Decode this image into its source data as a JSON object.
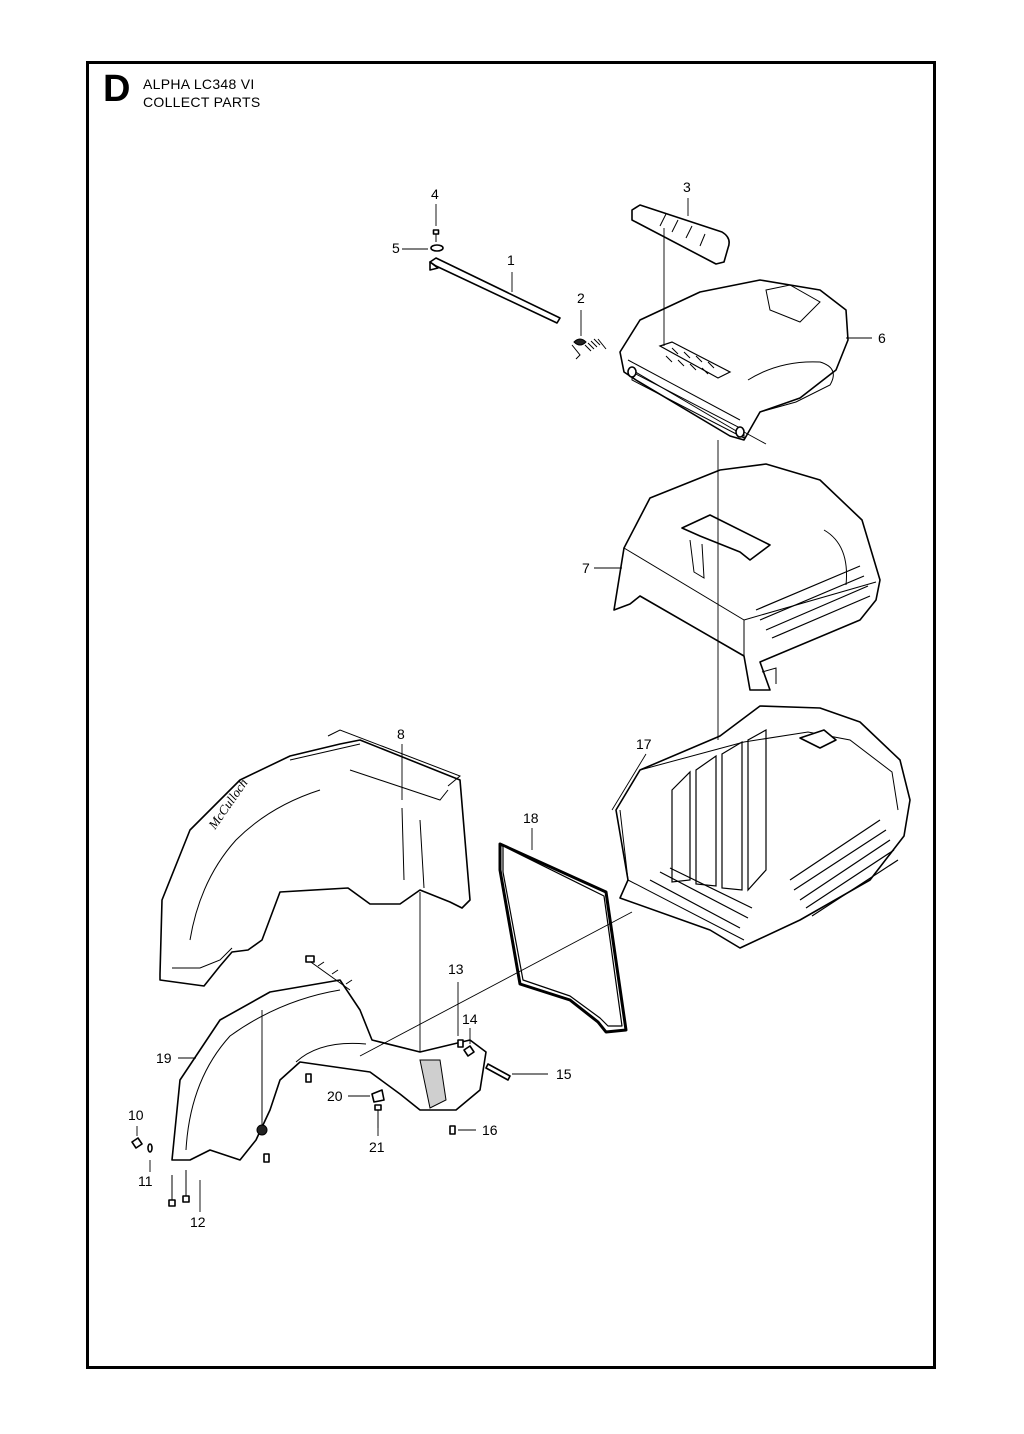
{
  "header": {
    "section_letter": "D",
    "model": "ALPHA LC348 VI",
    "title": "COLLECT PARTS"
  },
  "callouts": [
    {
      "id": "1",
      "label": "1"
    },
    {
      "id": "2",
      "label": "2"
    },
    {
      "id": "3",
      "label": "3"
    },
    {
      "id": "4",
      "label": "4"
    },
    {
      "id": "5",
      "label": "5"
    },
    {
      "id": "6",
      "label": "6"
    },
    {
      "id": "7",
      "label": "7"
    },
    {
      "id": "8",
      "label": "8"
    },
    {
      "id": "10",
      "label": "10"
    },
    {
      "id": "11",
      "label": "11"
    },
    {
      "id": "12",
      "label": "12"
    },
    {
      "id": "13",
      "label": "13"
    },
    {
      "id": "14",
      "label": "14"
    },
    {
      "id": "15",
      "label": "15"
    },
    {
      "id": "16",
      "label": "16"
    },
    {
      "id": "17",
      "label": "17"
    },
    {
      "id": "18",
      "label": "18"
    },
    {
      "id": "19",
      "label": "19"
    },
    {
      "id": "20",
      "label": "20"
    },
    {
      "id": "21",
      "label": "21"
    }
  ]
}
